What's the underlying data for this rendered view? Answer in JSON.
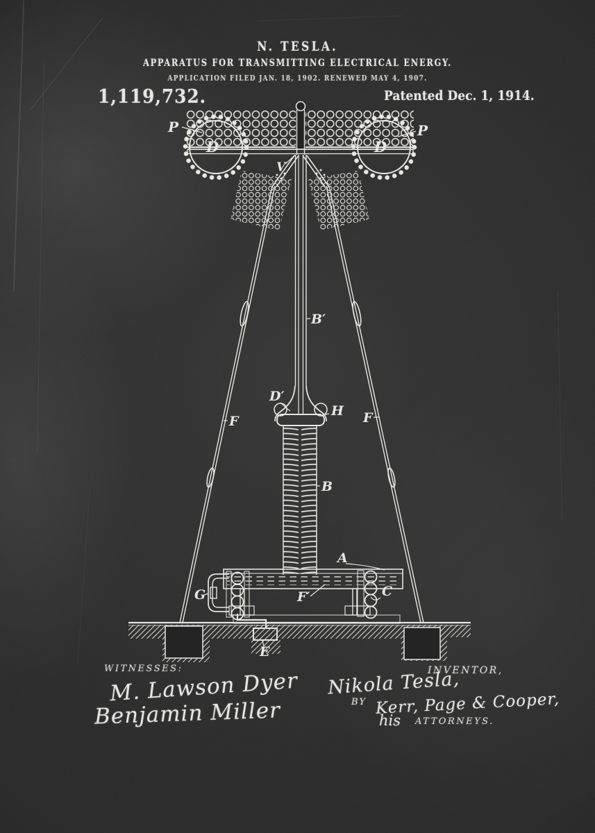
{
  "poster": {
    "header": {
      "inventor_name": "N. TESLA.",
      "invention_title": "APPARATUS FOR TRANSMITTING ELECTRICAL ENERGY.",
      "application_line": "APPLICATION FILED JAN. 18, 1902. RENEWED MAY 4, 1907.",
      "patent_number": "1,119,732.",
      "patent_date": "Patented Dec. 1, 1914."
    },
    "drawing_labels": {
      "p_left": "P",
      "p_right": "P",
      "d_left": "D",
      "d_right": "D",
      "v": "V",
      "b_prime": "B′",
      "d_prime": "D′",
      "h": "H",
      "f_left": "F",
      "f_right": "F",
      "b": "B",
      "a": "A",
      "g": "G",
      "c": "C",
      "f_prime": "F′",
      "e": "E"
    },
    "footer": {
      "witnesses_heading": "WITNESSES:",
      "witness_signature_1": "M. Lawson Dyer",
      "witness_signature_2": "Benjamin Miller",
      "inventor_heading": "INVENTOR,",
      "inventor_signature": "Nikola Tesla,",
      "by_prefix": "BY",
      "attorney_firm": "Kerr, Page & Cooper,",
      "his_word": "his",
      "attorneys_heading": "ATTORNEYS."
    },
    "colors": {
      "background": "#242424",
      "ink": "#e7e6e1"
    }
  }
}
